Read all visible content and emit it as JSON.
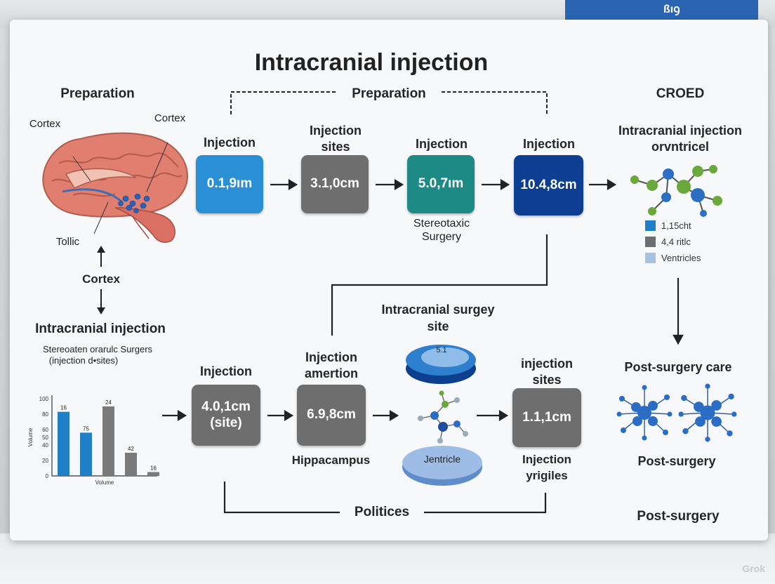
{
  "sign": {
    "banner_text": "ßıꝯ"
  },
  "title": "Intracranial injection",
  "left": {
    "preparation": "Preparation",
    "cortex_left": "Cortex",
    "cortex_right": "Cortex",
    "tollic": "Tollic",
    "cortex_mid": "Cortex",
    "intracranial_injection": "Intracranial injection",
    "chart_caption_1": "Stereoaten orarulc Surgers",
    "chart_caption_2": "(injection d•sites)"
  },
  "top_flow": {
    "bracket_label": "Preparation",
    "steps": [
      {
        "label": "Injection",
        "value": "0.1,9ım"
      },
      {
        "label_1": "Injection",
        "label_2": "sites",
        "value": "3.1,0cm"
      },
      {
        "label": "Injection",
        "value": "5.0,7ım",
        "sub_1": "Stereotaxic",
        "sub_2": "Surgery"
      },
      {
        "label": "Injection",
        "value": "10.4,8cm"
      }
    ]
  },
  "right": {
    "croed": "CROED",
    "heading_1": "Intracranial injection",
    "heading_2": "orvntricel",
    "legend": [
      {
        "label": "1,15cht",
        "color": "#1f7fc7"
      },
      {
        "label": "4,4 ritlc",
        "color": "#6e6e6e"
      },
      {
        "label": "Ventricles",
        "color": "#a9c3de"
      }
    ],
    "post_surgery_care": "Post-surgery care",
    "post_surgery_1": "Post-surgery",
    "post_surgery_2": "Post-surgery"
  },
  "bottom_flow": {
    "site_heading_1": "Intracranial surgey",
    "site_heading_2": "site",
    "disc_label": "5.1",
    "jentricle": "Jentricle",
    "steps": [
      {
        "label": "Injection",
        "value_1": "4.0,1cm",
        "value_2": "(site)"
      },
      {
        "label_1": "Injection",
        "label_2": "amertion",
        "value": "6.9,8cm",
        "sub": "Hippacampus"
      },
      {
        "label_1": "injection",
        "label_2": "sites",
        "value": "1.1,1cm",
        "sub_1": "Injection",
        "sub_2": "yrigiles"
      }
    ],
    "bracket_label": "Politices"
  },
  "chart_data": {
    "type": "bar",
    "title": "",
    "xlabel": "Volume",
    "ylabel": "Volume",
    "ylim": [
      0,
      100
    ],
    "yticks": [
      0,
      10,
      20,
      30,
      40,
      50,
      60,
      70,
      80,
      90,
      100
    ],
    "categories": [
      "",
      "",
      "",
      "",
      ""
    ],
    "values": [
      83,
      56,
      90,
      30,
      5
    ],
    "data_labels": [
      "16",
      "75",
      "24",
      "42",
      "16"
    ],
    "colors": [
      "#1f7fc7",
      "#1f7fc7",
      "#7a7a7a",
      "#7a7a7a",
      "#7a7a7a"
    ]
  },
  "colors": {
    "blue": "#2a8fd4",
    "grey": "#6e6e6e",
    "teal": "#1d8a85",
    "navy": "#0d3e91"
  },
  "watermark": "Grok"
}
